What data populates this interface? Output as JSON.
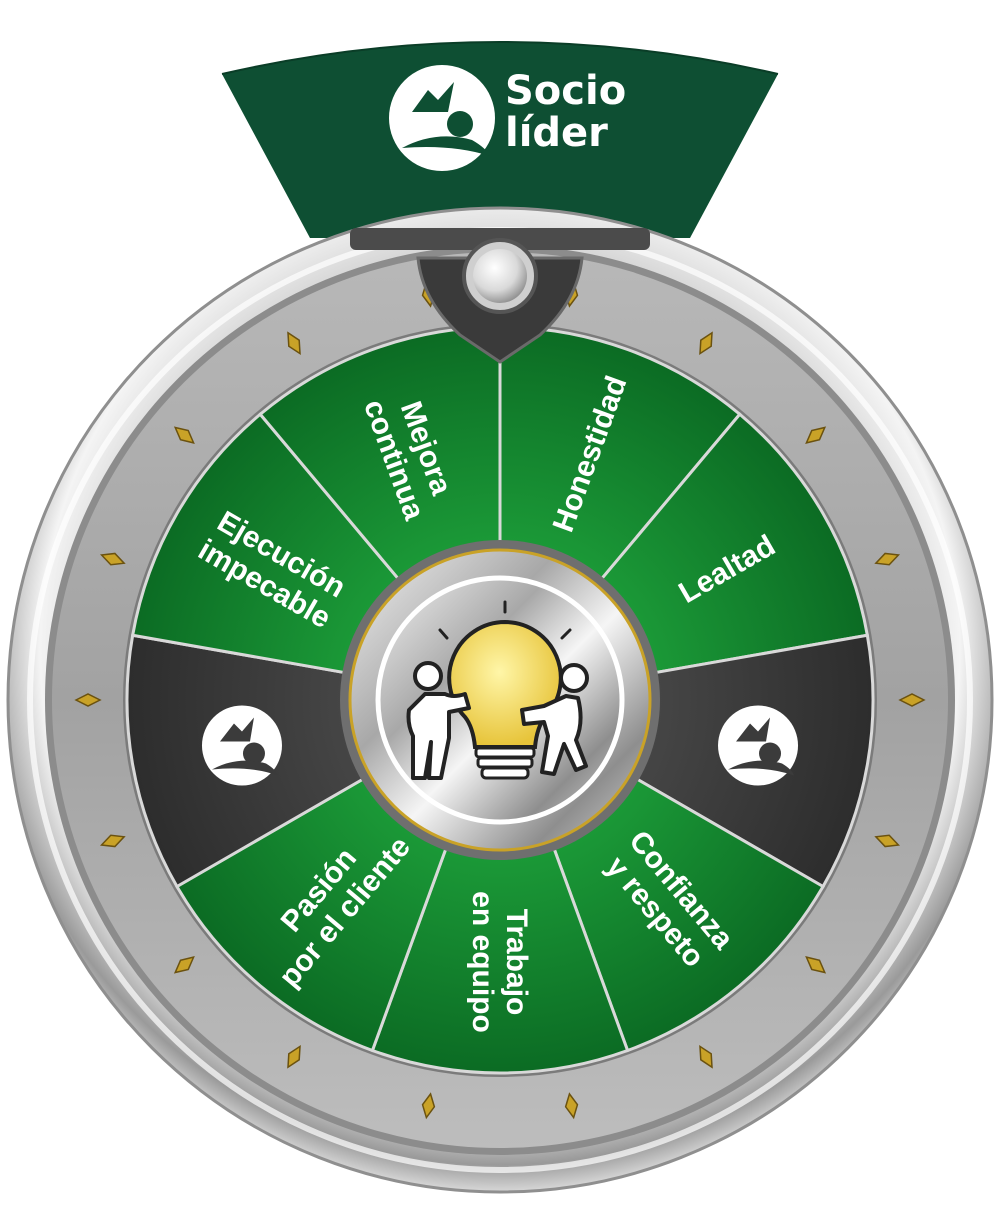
{
  "brand": {
    "line1": "Socio",
    "line2": "líder",
    "logo_icon": "flag-person-icon"
  },
  "wheel": {
    "center_icon": "lightbulb-team-icon",
    "pointer_icon": "wheel-pointer-icon",
    "segments": [
      {
        "label_lines": [
          "Honestidad"
        ],
        "type": "value",
        "icon": ""
      },
      {
        "label_lines": [
          "Lealtad"
        ],
        "type": "value",
        "icon": ""
      },
      {
        "label_lines": [],
        "type": "icon",
        "icon": "flag-person-icon"
      },
      {
        "label_lines": [
          "Confianza",
          "y respeto"
        ],
        "type": "value",
        "icon": ""
      },
      {
        "label_lines": [
          "Trabajo",
          "en equipo"
        ],
        "type": "value",
        "icon": ""
      },
      {
        "label_lines": [
          "Pasión",
          "por el cliente"
        ],
        "type": "value",
        "icon": ""
      },
      {
        "label_lines": [],
        "type": "icon",
        "icon": "climber-icon"
      },
      {
        "label_lines": [
          "Ejecución",
          "impecable"
        ],
        "type": "value",
        "icon": ""
      },
      {
        "label_lines": [
          "Mejora",
          "continua"
        ],
        "type": "value",
        "icon": ""
      }
    ]
  },
  "colors": {
    "banner": "#0e4f33",
    "segment_green_light": "#1a9a36",
    "segment_green_dark": "#0c6b24",
    "segment_dark": "#3b3b3b",
    "rim": "#a9a9a9",
    "gold": "#c9a227",
    "text": "#ffffff"
  }
}
